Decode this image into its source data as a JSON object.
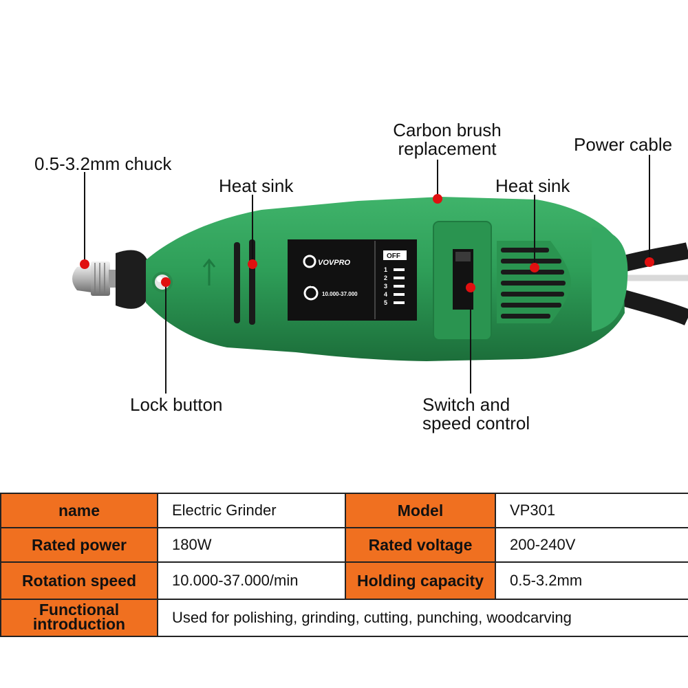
{
  "brand": "VOVPRO",
  "display_panel": {
    "speed_range": "10.000-37.000",
    "switch_off": "OFF",
    "speed_levels": [
      "1",
      "2",
      "3",
      "4",
      "5"
    ]
  },
  "callouts": {
    "chuck": "0.5-3.2mm chuck",
    "heat_sink_left": "Heat sink",
    "carbon_brush_line1": "Carbon brush",
    "carbon_brush_line2": "replacement",
    "heat_sink_right": "Heat sink",
    "power_cable": "Power cable",
    "lock_button": "Lock button",
    "switch_line1": "Switch and",
    "switch_line2": "speed control"
  },
  "specs": {
    "name_label": "name",
    "name_value": "Electric Grinder",
    "model_label": "Model",
    "model_value": "VP301",
    "power_label": "Rated power",
    "power_value": "180W",
    "voltage_label": "Rated voltage",
    "voltage_value": "200-240V",
    "speed_label": "Rotation speed",
    "speed_value": "10.000-37.000/min",
    "capacity_label": "Holding capacity",
    "capacity_value": "0.5-3.2mm",
    "func_label_line1": "Functional",
    "func_label_line2": "introduction",
    "func_value": "Used for polishing, grinding, cutting, punching, woodcarving"
  },
  "colors": {
    "body_green": "#2e9e58",
    "body_green_dark": "#1f7a40",
    "accent_orange": "#f07020",
    "marker_red": "#e01010"
  }
}
